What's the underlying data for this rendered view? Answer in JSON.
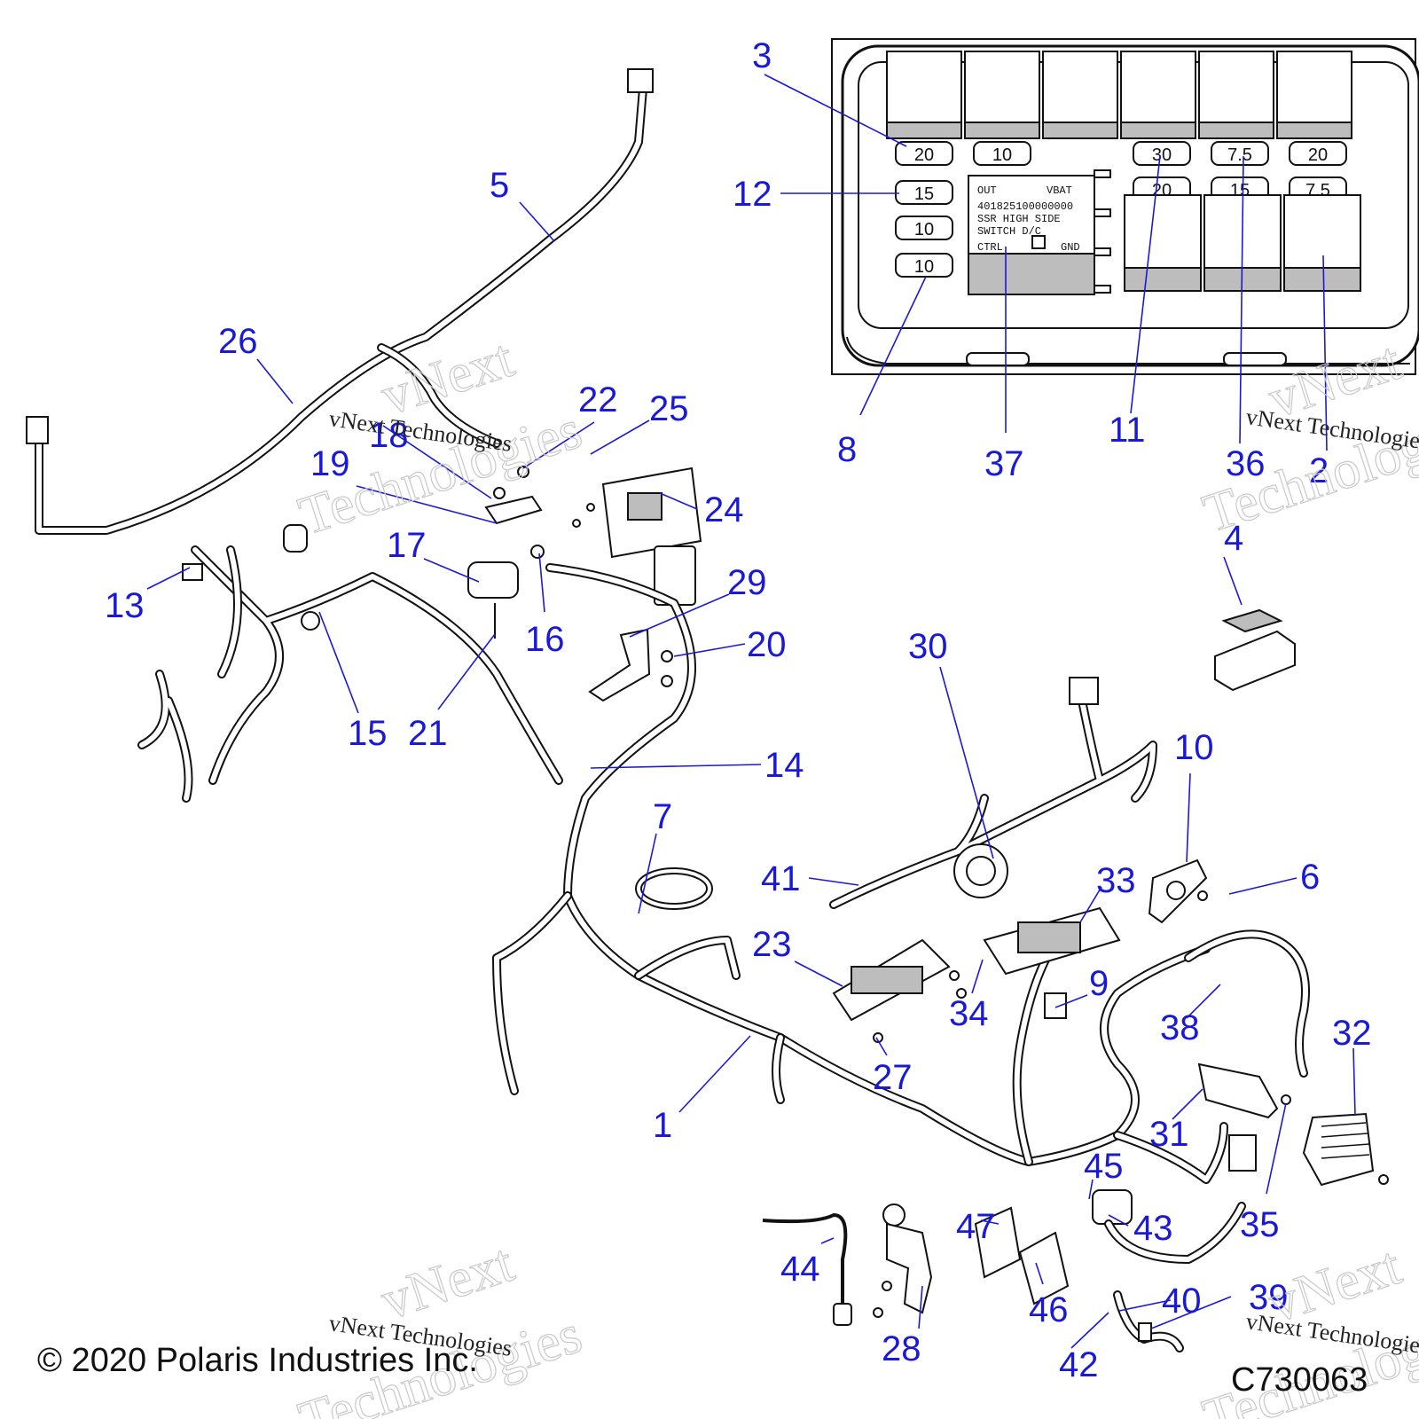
{
  "fuse_box": {
    "fuses_top_row": [
      "20",
      "10",
      "30",
      "7.5",
      "20"
    ],
    "fuses_left_col": [
      "15",
      "10",
      "10"
    ],
    "fuses_second_row": [
      "20",
      "15",
      "7.5"
    ],
    "ssr_label": {
      "out": "OUT",
      "vbat": "VBAT",
      "part_number": "401825100000000",
      "line1": "SSR  HIGH  SIDE",
      "line2": "SWITCH     D/C",
      "ctrl": "CTRL",
      "gnd": "GND"
    }
  },
  "callouts": [
    "1",
    "2",
    "3",
    "4",
    "5",
    "6",
    "7",
    "8",
    "9",
    "10",
    "11",
    "12",
    "13",
    "14",
    "15",
    "16",
    "17",
    "18",
    "19",
    "20",
    "21",
    "22",
    "23",
    "24",
    "25",
    "26",
    "27",
    "28",
    "29",
    "30",
    "31",
    "32",
    "33",
    "34",
    "35",
    "36",
    "37",
    "38",
    "39",
    "40",
    "41",
    "42",
    "43",
    "44",
    "45",
    "46",
    "47"
  ],
  "watermark": {
    "brand": "vNext",
    "word": "Technologies",
    "full": "vNext Technologies"
  },
  "footer": {
    "copyright": "© 2020 Polaris Industries Inc.",
    "drawing_id": "C730063"
  }
}
